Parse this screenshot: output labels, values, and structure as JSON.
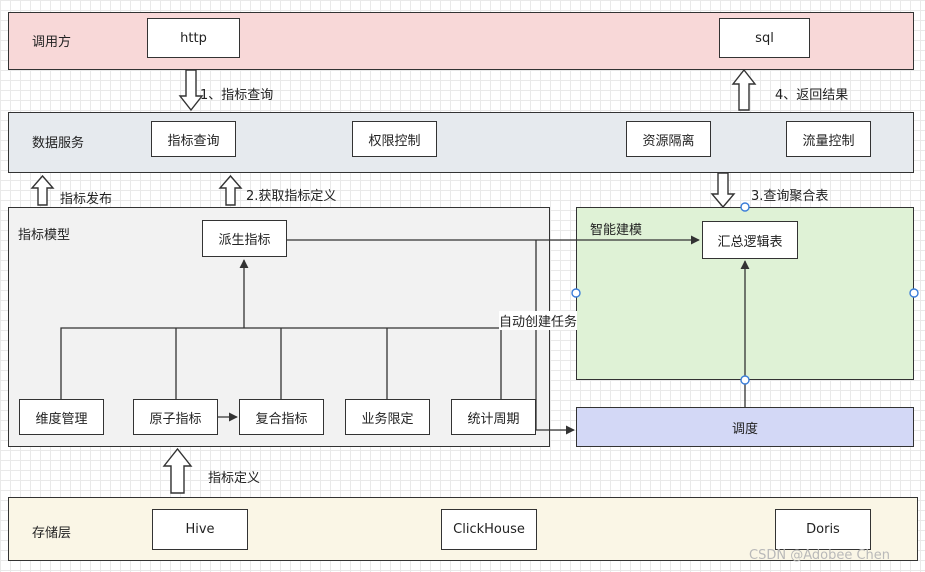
{
  "colors": {
    "caller_bg": "#f8d8d8",
    "service_bg": "#e6eaee",
    "model_bg": "#f2f2f2",
    "smart_bg": "#dff2d6",
    "schedule_bg": "#d3d8f6",
    "storage_bg": "#faf6e6",
    "border": "#333333",
    "handle": "#3b7dd8"
  },
  "caller": {
    "title": "调用方",
    "http": "http",
    "sql": "sql"
  },
  "service": {
    "title": "数据服务",
    "metric_query": "指标查询",
    "permission": "权限控制",
    "isolation": "资源隔离",
    "flow_control": "流量控制"
  },
  "model": {
    "title": "指标模型",
    "derived": "派生指标",
    "dimension": "维度管理",
    "atomic": "原子指标",
    "composite": "复合指标",
    "business": "业务限定",
    "period": "统计周期"
  },
  "smart": {
    "title": "智能建模",
    "summary_table": "汇总逻辑表"
  },
  "schedule": {
    "label": "调度"
  },
  "storage": {
    "title": "存储层",
    "hive": "Hive",
    "clickhouse": "ClickHouse",
    "doris": "Doris"
  },
  "arrow_labels": {
    "step1": "1、指标查询",
    "step4": "4、返回结果",
    "publish": "指标发布",
    "step2": "2.获取指标定义",
    "step3": "3.查询聚合表",
    "auto_task": "自动创建任务",
    "definition": "指标定义"
  },
  "watermark": "CSDN @Adobee Chen"
}
